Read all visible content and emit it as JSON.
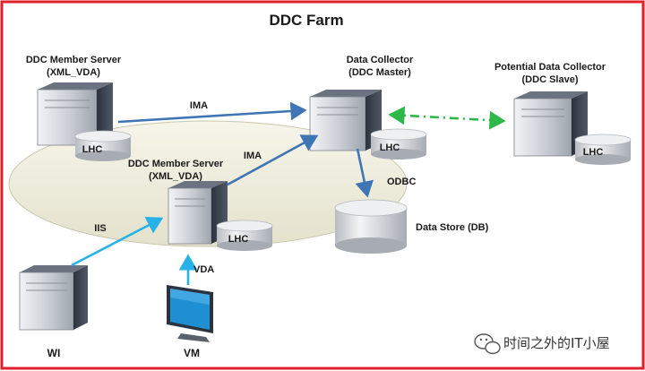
{
  "title": "DDC Farm",
  "nodes": {
    "member_server_1": {
      "line1": "DDC Member Server",
      "line2": "(XML_VDA)",
      "badge": "LHC"
    },
    "member_server_2": {
      "line1": "DDC Member Server",
      "line2": "(XML_VDA)",
      "badge": "LHC"
    },
    "data_collector": {
      "line1": "Data Collector",
      "line2": "(DDC Master)",
      "badge": "LHC"
    },
    "potential_collector": {
      "line1": "Potential Data Collector",
      "line2": "(DDC Slave)",
      "badge": "LHC"
    },
    "data_store": {
      "label": "Data Store (DB)"
    },
    "wi": {
      "label": "WI"
    },
    "vm": {
      "label": "VM"
    }
  },
  "connections": {
    "ima_top": "IMA",
    "ima_mid": "IMA",
    "odbc": "ODBC",
    "iis": "IIS",
    "vda": "VDA"
  },
  "watermark": "时间之外的IT小屋",
  "colors": {
    "frame": "#e0202a",
    "arrow_blue": "#3f74b5",
    "arrow_cyan": "#27b3e8",
    "arrow_green": "#2fb84a",
    "ellipse_fill": "#ecebd9",
    "server_dark": "#3b4250",
    "server_light": "#d7dadf"
  }
}
